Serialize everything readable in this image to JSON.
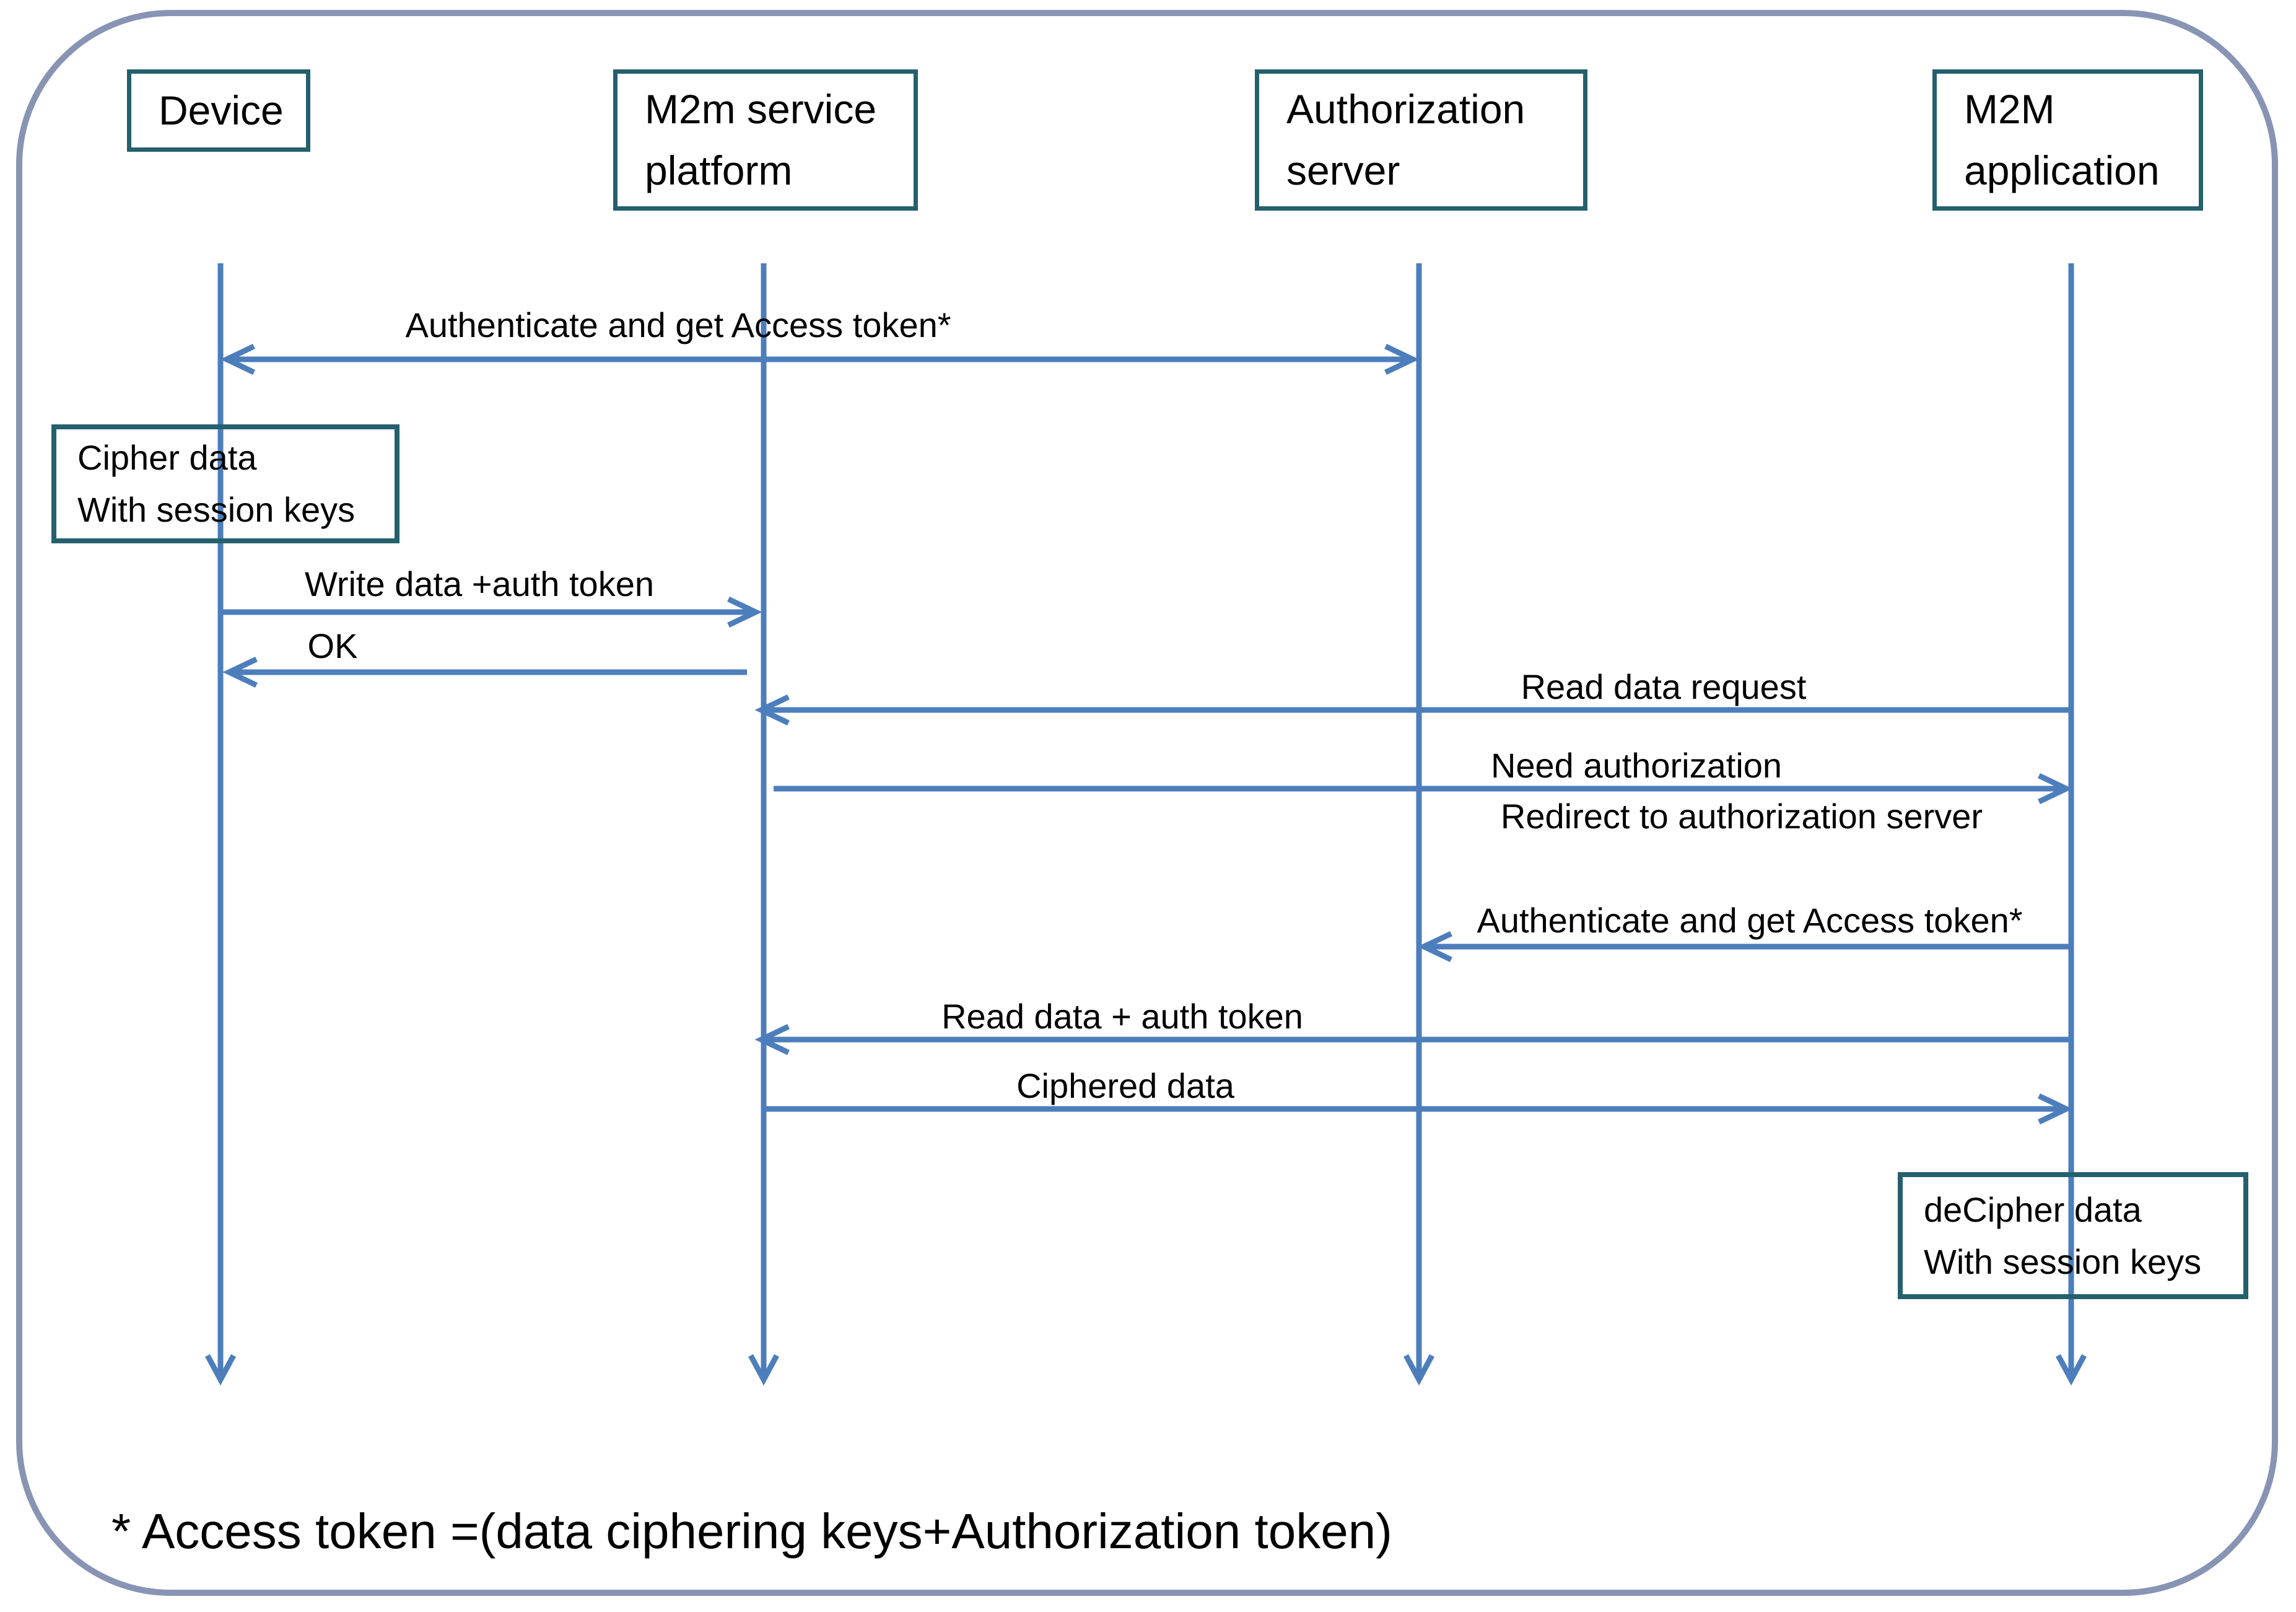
{
  "actors": [
    {
      "id": "device",
      "lines": [
        "Device"
      ]
    },
    {
      "id": "m2m-service-platform",
      "lines": [
        "M2m service",
        "platform"
      ]
    },
    {
      "id": "authorization-server",
      "lines": [
        "Authorization",
        "server"
      ]
    },
    {
      "id": "m2m-application",
      "lines": [
        "M2M",
        "application"
      ]
    }
  ],
  "notes": [
    {
      "id": "cipher-note",
      "lines": [
        "Cipher data",
        "With session keys"
      ]
    },
    {
      "id": "decipher-note",
      "lines": [
        "deCipher data",
        "With session keys"
      ]
    }
  ],
  "messages": [
    {
      "id": "authenticate-device",
      "label": "Authenticate and get Access token*",
      "from": "Device",
      "to": "Authorization server",
      "direction": "both"
    },
    {
      "id": "write-data",
      "label": "Write data +auth token",
      "from": "Device",
      "to": "M2m service platform",
      "direction": "right"
    },
    {
      "id": "ok",
      "label": "OK",
      "from": "M2m service platform",
      "to": "Device",
      "direction": "left"
    },
    {
      "id": "read-data-request",
      "label": "Read data request",
      "from": "M2M application",
      "to": "M2m service platform",
      "direction": "left"
    },
    {
      "id": "need-authorization",
      "label": "Need authorization",
      "label2": "Redirect to authorization server",
      "from": "M2m service platform",
      "to": "M2M application",
      "direction": "right"
    },
    {
      "id": "authenticate-app",
      "label": "Authenticate and get Access token*",
      "from": "M2M application",
      "to": "Authorization server",
      "direction": "left"
    },
    {
      "id": "read-data-auth-token",
      "label": "Read data + auth token",
      "from": "M2M application",
      "to": "M2m service platform",
      "direction": "left"
    },
    {
      "id": "ciphered-data",
      "label": "Ciphered data",
      "from": "M2m service platform",
      "to": "M2M application",
      "direction": "right"
    }
  ],
  "footnote": "* Access token =(data ciphering keys+Authorization token)",
  "colors": {
    "arrow_line": "#4d7ebc",
    "shape_border": "#25606d",
    "frame_border": "#8894b4",
    "text": "#000000",
    "background": "#ffffff"
  }
}
